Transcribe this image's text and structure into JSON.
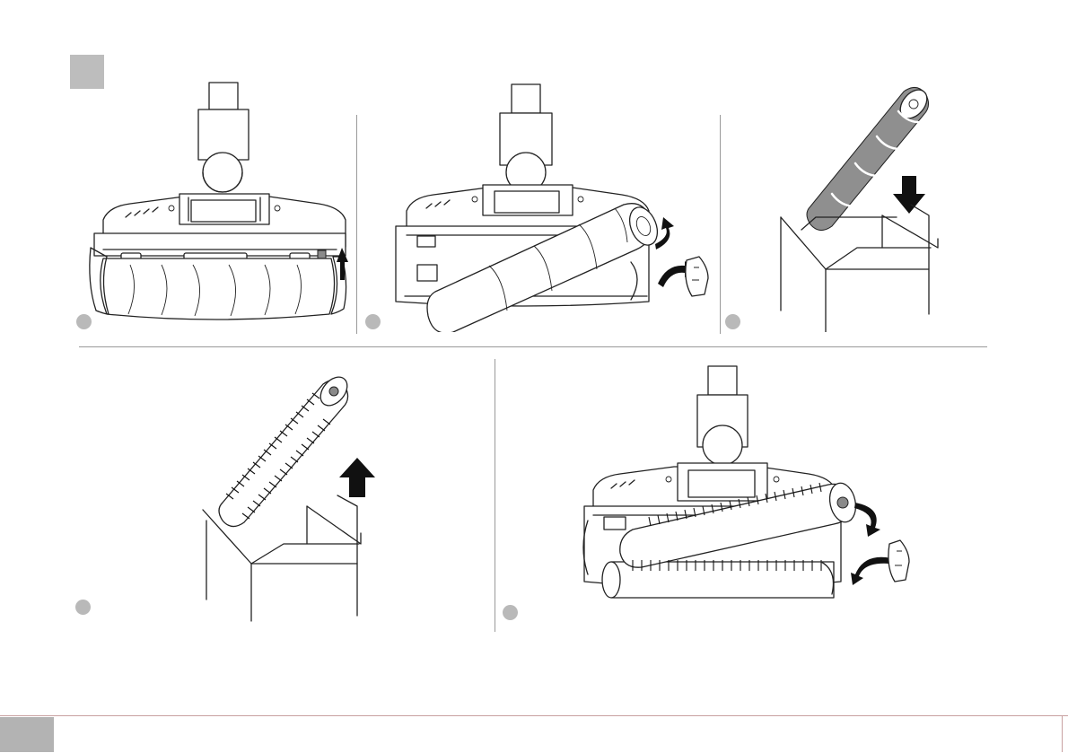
{
  "section": {
    "label": ""
  },
  "steps": [
    {
      "id": 1,
      "label": ""
    },
    {
      "id": 2,
      "label": ""
    },
    {
      "id": 3,
      "label": ""
    },
    {
      "id": 4,
      "label": ""
    },
    {
      "id": 5,
      "label": ""
    }
  ],
  "footer": {
    "page_number": ""
  }
}
